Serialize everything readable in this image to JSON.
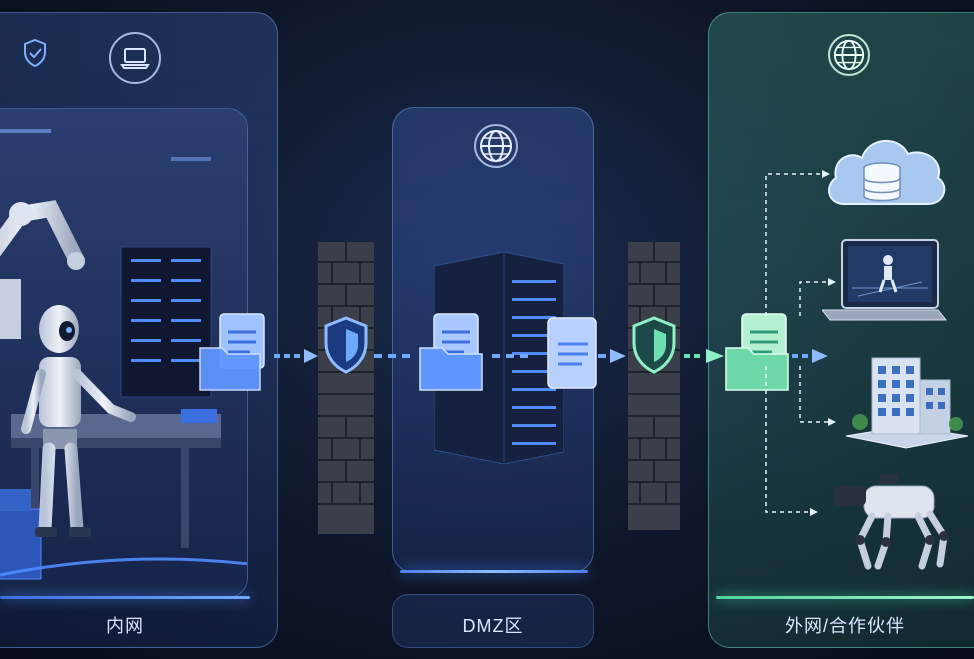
{
  "zones": {
    "intranet": {
      "label": "内网"
    },
    "dmz": {
      "label": "DMZ区"
    },
    "external": {
      "label": "外网/合作伙伴"
    }
  },
  "icons": {
    "intranet": [
      "shield-check-icon",
      "laptop-icon"
    ],
    "dmz": [
      "globe-icon"
    ],
    "external": [
      "globe-icon"
    ],
    "flow": [
      "document-folder-icon",
      "firewall-shield-icon",
      "server-rack-icon"
    ],
    "destinations": [
      "cloud-database-icon",
      "laptop-robot-icon",
      "office-building-icon",
      "robot-dog-icon"
    ]
  },
  "colors": {
    "intranet": "#3b6fe0",
    "dmz": "#4a7ff0",
    "external": "#4fd3a0",
    "flow_arrow": "#6fa8ff"
  }
}
